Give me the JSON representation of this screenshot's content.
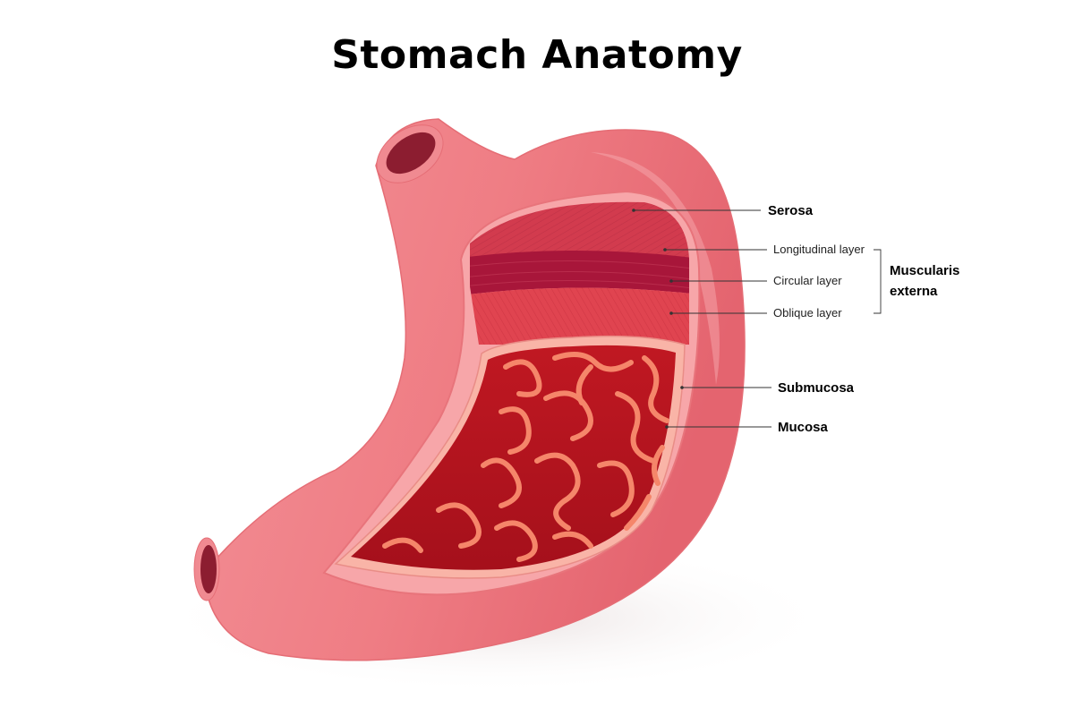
{
  "title": "Stomach Anatomy",
  "labels": {
    "serosa": "Serosa",
    "longitudinal_layer": "Longitudinal layer",
    "circular_layer": "Circular layer",
    "oblique_layer": "Oblique layer",
    "muscularis_line1": "Muscularis",
    "muscularis_line2": "externa",
    "submucosa": "Submucosa",
    "mucosa": "Mucosa"
  },
  "colors": {
    "outer_wall": "#ee7a80",
    "serosa_band": "#d23b4e",
    "circular_band": "#a8163a",
    "oblique_band": "#e04450",
    "mucosa_fill": "#b5141f",
    "rugae": "#f5866a"
  }
}
